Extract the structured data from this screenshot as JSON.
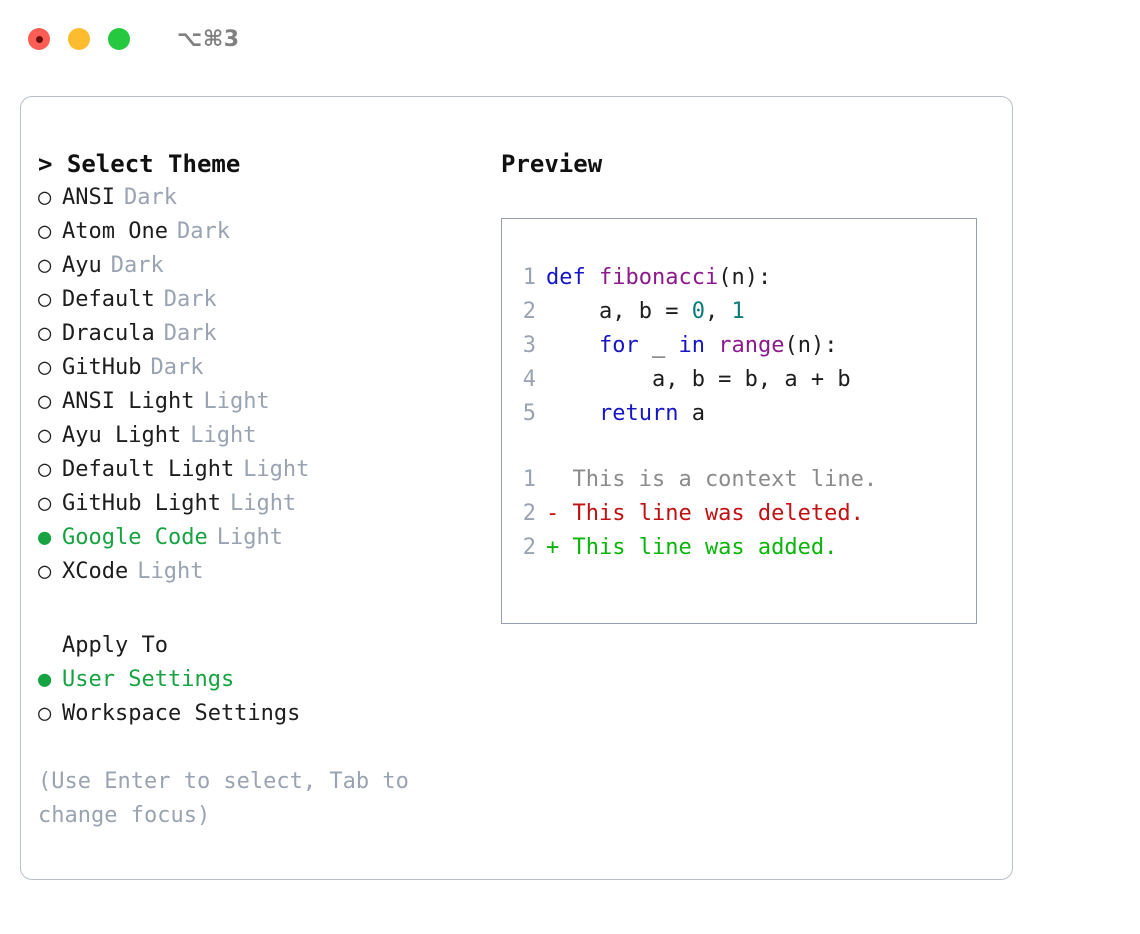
{
  "window": {
    "shortcut_label": "⌥⌘3",
    "traffic_lights": [
      "close-red",
      "minimize-yellow",
      "maximize-green"
    ]
  },
  "theme_picker": {
    "header": "> Select Theme",
    "selected_marker": "●",
    "unselected_marker": "○",
    "items": [
      {
        "marker": "○",
        "label": "ANSI",
        "tag": "Dark",
        "selected": false
      },
      {
        "marker": "○",
        "label": "Atom One",
        "tag": "Dark",
        "selected": false
      },
      {
        "marker": "○",
        "label": "Ayu",
        "tag": "Dark",
        "selected": false
      },
      {
        "marker": "○",
        "label": "Default",
        "tag": "Dark",
        "selected": false
      },
      {
        "marker": "○",
        "label": "Dracula",
        "tag": "Dark",
        "selected": false
      },
      {
        "marker": "○",
        "label": "GitHub",
        "tag": "Dark",
        "selected": false
      },
      {
        "marker": "○",
        "label": "ANSI Light",
        "tag": "Light",
        "selected": false
      },
      {
        "marker": "○",
        "label": "Ayu Light",
        "tag": "Light",
        "selected": false
      },
      {
        "marker": "○",
        "label": "Default Light",
        "tag": "Light",
        "selected": false
      },
      {
        "marker": "○",
        "label": "GitHub Light",
        "tag": "Light",
        "selected": false
      },
      {
        "marker": "●",
        "label": "Google Code",
        "tag": "Light",
        "selected": true
      },
      {
        "marker": "○",
        "label": "XCode",
        "tag": "Light",
        "selected": false
      }
    ]
  },
  "apply_to": {
    "header": "Apply To",
    "items": [
      {
        "marker": "●",
        "label": "User Settings",
        "selected": true
      },
      {
        "marker": "○",
        "label": "Workspace Settings",
        "selected": false
      }
    ]
  },
  "hint": "(Use Enter to select, Tab to change focus)",
  "preview": {
    "header": "Preview",
    "code_lines": [
      {
        "number": "1",
        "tokens": [
          {
            "text": "def ",
            "kind": "kw"
          },
          {
            "text": "fibonacci",
            "kind": "fn"
          },
          {
            "text": "(n):",
            "kind": "plain"
          }
        ]
      },
      {
        "number": "2",
        "tokens": [
          {
            "text": "    a, b = ",
            "kind": "plain"
          },
          {
            "text": "0",
            "kind": "num"
          },
          {
            "text": ", ",
            "kind": "plain"
          },
          {
            "text": "1",
            "kind": "num"
          }
        ]
      },
      {
        "number": "3",
        "tokens": [
          {
            "text": "    ",
            "kind": "plain"
          },
          {
            "text": "for",
            "kind": "kw"
          },
          {
            "text": " _ ",
            "kind": "plain"
          },
          {
            "text": "in",
            "kind": "kw"
          },
          {
            "text": " ",
            "kind": "plain"
          },
          {
            "text": "range",
            "kind": "fn"
          },
          {
            "text": "(n):",
            "kind": "plain"
          }
        ]
      },
      {
        "number": "4",
        "tokens": [
          {
            "text": "        a, b = b, a + b",
            "kind": "plain"
          }
        ]
      },
      {
        "number": "5",
        "tokens": [
          {
            "text": "    ",
            "kind": "plain"
          },
          {
            "text": "return",
            "kind": "kw"
          },
          {
            "text": " a",
            "kind": "plain"
          }
        ]
      }
    ],
    "diff_lines": [
      {
        "number": "1",
        "text": "  This is a context line.",
        "kind": "ctx"
      },
      {
        "number": "2",
        "text": "- This line was deleted.",
        "kind": "del"
      },
      {
        "number": "2",
        "text": "+ This line was added.",
        "kind": "add"
      }
    ]
  },
  "colors": {
    "accent_green": "#18a342",
    "muted": "#9aa3b2",
    "keyword": "#1616c4",
    "function": "#8d1a8d",
    "number": "#0b7b7b",
    "diff_added": "#0ab50a",
    "diff_deleted": "#c01212",
    "panel_border": "#b9bfcb",
    "code_border": "#939eae"
  }
}
